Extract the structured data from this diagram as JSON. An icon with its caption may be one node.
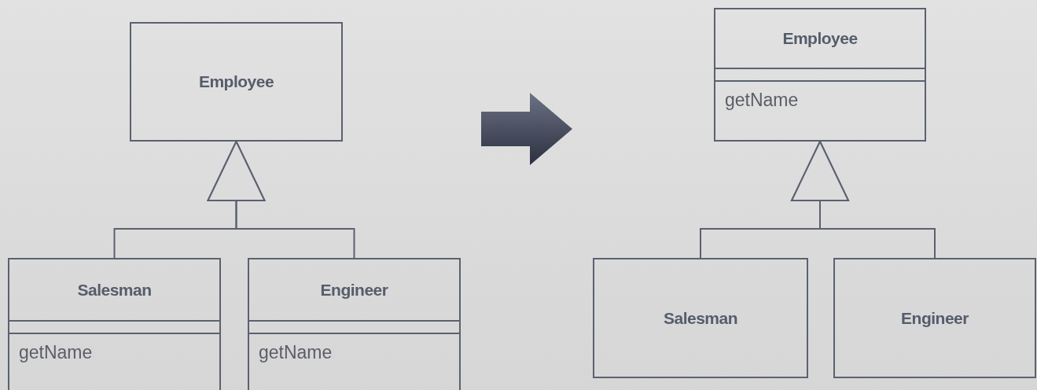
{
  "diagram": {
    "nodes": [
      {
        "text": [
          "Employee"
        ]
      },
      {
        "text": [
          "Salesman",
          "getName"
        ]
      },
      {
        "text": [
          "Engineer",
          "getName"
        ]
      },
      {
        "text": [
          "Employee",
          "getName"
        ]
      },
      {
        "text": [
          "Salesman"
        ]
      },
      {
        "text": [
          "Engineer"
        ]
      }
    ],
    "edges": [
      {
        "from": 1,
        "to": 0,
        "arrow": "to"
      },
      {
        "from": 2,
        "to": 0,
        "arrow": "to"
      },
      {
        "from": 4,
        "to": 3,
        "arrow": "to"
      },
      {
        "from": 5,
        "to": 3,
        "arrow": "to"
      }
    ]
  }
}
